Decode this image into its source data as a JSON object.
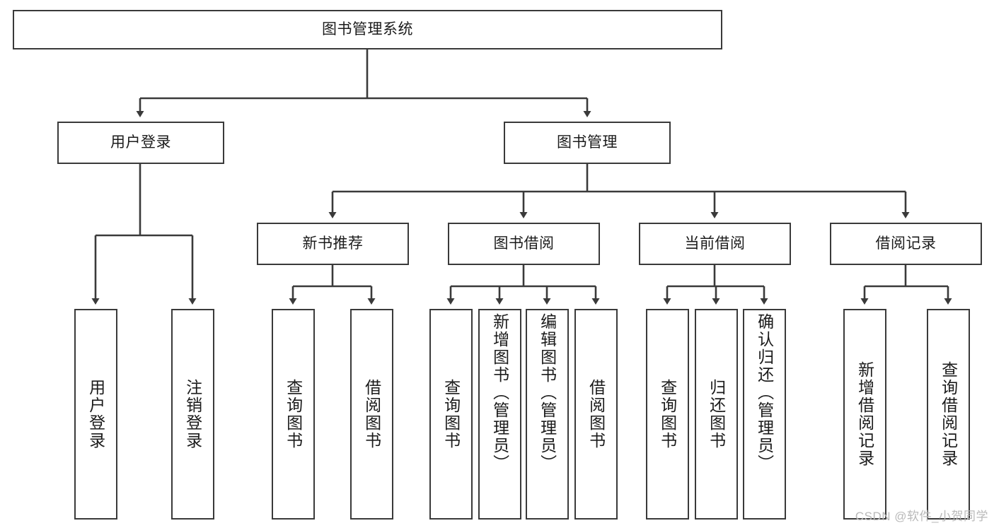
{
  "diagram": {
    "type": "tree",
    "title": "图书管理系统",
    "root": {
      "id": "root",
      "label": "图书管理系统",
      "orientation": "horizontal"
    },
    "level2": [
      {
        "id": "user-login",
        "label": "用户登录",
        "orientation": "horizontal"
      },
      {
        "id": "book-manage",
        "label": "图书管理",
        "orientation": "horizontal"
      }
    ],
    "level3": [
      {
        "id": "new-book-recommend",
        "label": "新书推荐",
        "orientation": "horizontal",
        "parent": "book-manage"
      },
      {
        "id": "book-borrow",
        "label": "图书借阅",
        "orientation": "horizontal",
        "parent": "book-manage"
      },
      {
        "id": "current-borrow",
        "label": "当前借阅",
        "orientation": "horizontal",
        "parent": "book-manage"
      },
      {
        "id": "borrow-record",
        "label": "借阅记录",
        "orientation": "horizontal",
        "parent": "book-manage"
      }
    ],
    "leaves": [
      {
        "id": "leaf-user-login",
        "label": "用户登录",
        "parent": "user-login"
      },
      {
        "id": "leaf-logout-login",
        "label": "注销登录",
        "parent": "user-login"
      },
      {
        "id": "leaf-query-book-1",
        "label": "查询图书",
        "parent": "new-book-recommend"
      },
      {
        "id": "leaf-borrow-book-1",
        "label": "借阅图书",
        "parent": "new-book-recommend"
      },
      {
        "id": "leaf-query-book-2",
        "label": "查询图书",
        "parent": "book-borrow"
      },
      {
        "id": "leaf-add-book",
        "label": "新增图书（管理员）",
        "parent": "book-borrow"
      },
      {
        "id": "leaf-edit-book",
        "label": "编辑图书（管理员）",
        "parent": "book-borrow"
      },
      {
        "id": "leaf-borrow-book-2",
        "label": "借阅图书",
        "parent": "book-borrow"
      },
      {
        "id": "leaf-query-book-3",
        "label": "查询图书",
        "parent": "current-borrow"
      },
      {
        "id": "leaf-return-book",
        "label": "归还图书",
        "parent": "current-borrow"
      },
      {
        "id": "leaf-confirm-return",
        "label": "确认归还（管理员）",
        "parent": "current-borrow"
      },
      {
        "id": "leaf-add-record",
        "label": "新增借阅记录",
        "parent": "borrow-record"
      },
      {
        "id": "leaf-query-record",
        "label": "查询借阅记录",
        "parent": "borrow-record"
      }
    ],
    "colors": {
      "box_border": "#3a3a3a",
      "box_fill": "#ffffff",
      "connector": "#3a3a3a",
      "text": "#1b1b1b",
      "watermark": "#b9b9b9"
    }
  },
  "watermark": {
    "text": "CSDN @软件_小贺同学"
  }
}
